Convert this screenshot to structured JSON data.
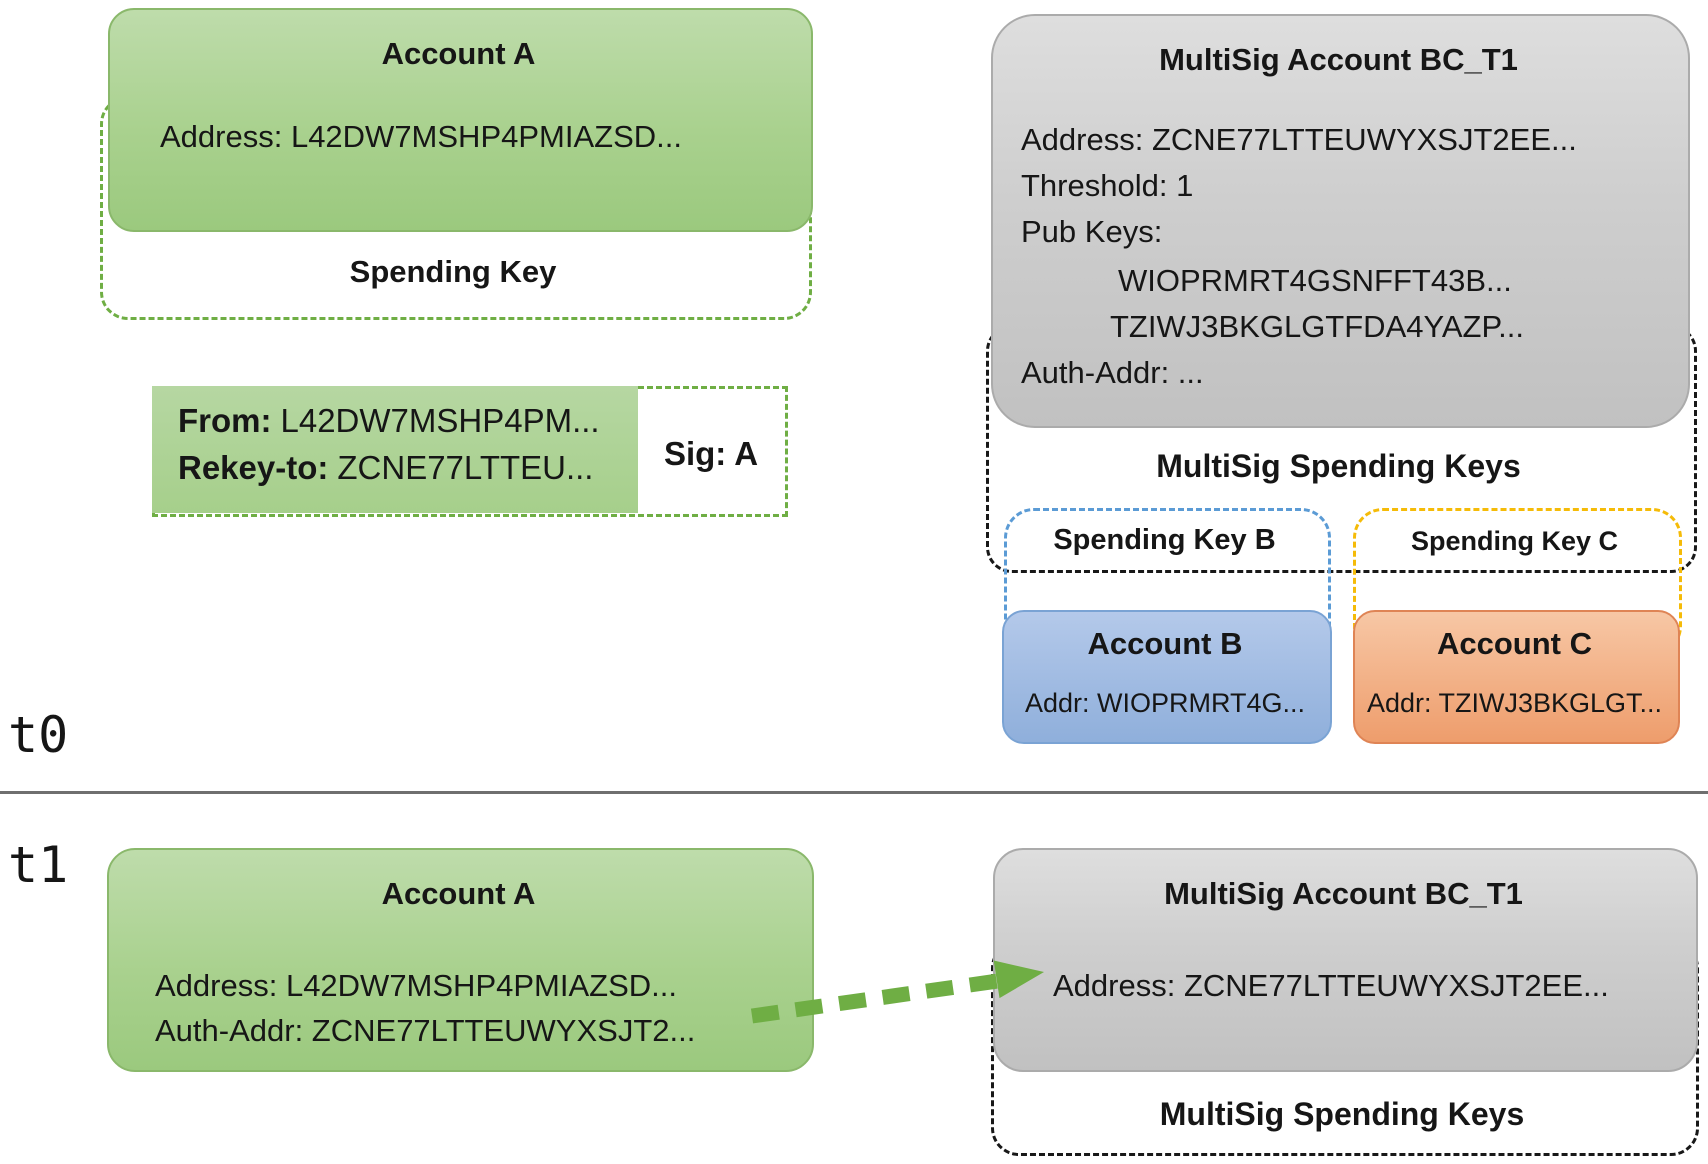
{
  "timeline": {
    "t0_label": "t0",
    "t1_label": "t1"
  },
  "t0": {
    "account_a": {
      "title": "Account A",
      "address": "Address: L42DW7MSHP4PMIAZSD...",
      "spending_key_label": "Spending Key"
    },
    "rekey_transaction": {
      "from_label": "From:",
      "from_value": "L42DW7MSHP4PM...",
      "rekey_label": "Rekey-to:",
      "rekey_value": "ZCNE77LTTEU...",
      "sig": "Sig: A"
    },
    "multisig_account": {
      "title": "MultiSig Account BC_T1",
      "address": "Address: ZCNE77LTTEUWYXSJT2EE...",
      "threshold": "Threshold: 1",
      "pub_keys_label": "Pub Keys:",
      "pub_key_1": "WIOPRMRT4GSNFFT43B...",
      "pub_key_2": "TZIWJ3BKGLGTFDA4YAZP...",
      "auth_addr": "Auth-Addr: ...",
      "spending_keys_label": "MultiSig Spending Keys"
    },
    "spending_key_b_label": "Spending Key B",
    "spending_key_c_label": "Spending Key C",
    "account_b": {
      "title": "Account B",
      "addr": "Addr: WIOPRMRT4G..."
    },
    "account_c": {
      "title": "Account C",
      "addr": "Addr: TZIWJ3BKGLGT..."
    }
  },
  "t1": {
    "account_a": {
      "title": "Account A",
      "address": "Address: L42DW7MSHP4PMIAZSD...",
      "auth_addr": "Auth-Addr: ZCNE77LTTEUWYXSJT2..."
    },
    "multisig_account": {
      "title": "MultiSig Account BC_T1",
      "address": "Address: ZCNE77LTTEUWYXSJT2EE...",
      "spending_keys_label": "MultiSig Spending Keys"
    }
  },
  "colors": {
    "account_green": "#a9d18e",
    "multisig_gray": "#cecece",
    "account_b_blue": "#9fbce2",
    "account_c_orange": "#f2b188",
    "dash_green": "#6fae44",
    "dash_blue": "#5b9bd5",
    "dash_yellow": "#f5bb08",
    "dash_black": "#181818",
    "arrow_green": "#6fae44"
  }
}
